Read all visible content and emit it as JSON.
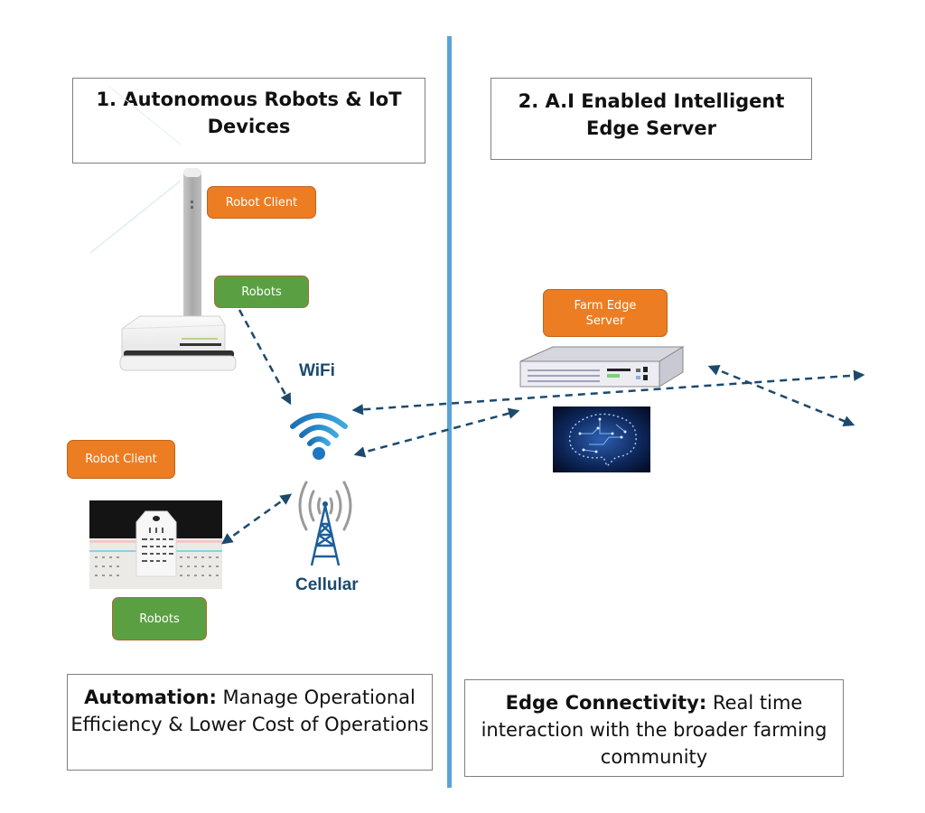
{
  "sections": {
    "left": {
      "title": "1. Autonomous Robots & IoT Devices",
      "note_bold": "Automation:",
      "note_text": " Manage Operational Efficiency & Lower Cost of Operations"
    },
    "right": {
      "title": "2. A.I Enabled Intelligent Edge Server",
      "note_bold": "Edge Connectivity:",
      "note_text": " Real time interaction with the broader farming community"
    }
  },
  "tags": {
    "robot_client_top": "Robot Client",
    "robots_top": "Robots",
    "robot_client_bottom": "Robot Client",
    "robots_bottom": "Robots",
    "farm_edge_server": "Farm Edge Server"
  },
  "network": {
    "wifi_label": "WiFi",
    "cellular_label": "Cellular"
  },
  "colors": {
    "divider": "#5ba3d9",
    "orange_tag": "#ed7d22",
    "green_tag": "#5aa043",
    "arrow": "#1c4a6e",
    "label_text": "#1c4a6e"
  }
}
